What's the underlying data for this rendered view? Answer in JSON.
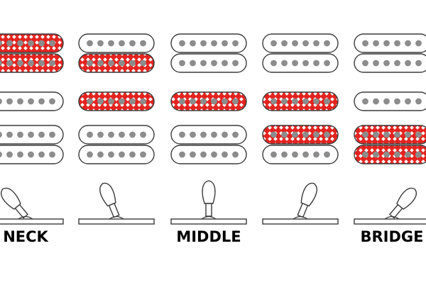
{
  "colors": {
    "active_fill": "#e3231f",
    "active_pattern": "#ffffff",
    "idle_fill": "#ffffff",
    "outline": "#3a3a3a",
    "pole": "#8c8c8c"
  },
  "labels": {
    "neck": "NECK",
    "middle": "MIDDLE",
    "bridge": "BRIDGE"
  },
  "positions": [
    {
      "switch": "neck",
      "label_key": "neck",
      "neck_pickup": {
        "upper": "active",
        "lower": "active"
      },
      "middle_pickup": "idle",
      "bridge_pickup": {
        "upper": "idle",
        "lower": "idle"
      }
    },
    {
      "switch": "neck-middle",
      "label_key": null,
      "neck_pickup": {
        "upper": "idle",
        "lower": "active"
      },
      "middle_pickup": "active",
      "bridge_pickup": {
        "upper": "idle",
        "lower": "idle"
      }
    },
    {
      "switch": "middle",
      "label_key": "middle",
      "neck_pickup": {
        "upper": "idle",
        "lower": "idle"
      },
      "middle_pickup": "active",
      "bridge_pickup": {
        "upper": "idle",
        "lower": "idle"
      }
    },
    {
      "switch": "middle-bridge",
      "label_key": null,
      "neck_pickup": {
        "upper": "idle",
        "lower": "idle"
      },
      "middle_pickup": "active",
      "bridge_pickup": {
        "upper": "active",
        "lower": "idle"
      }
    },
    {
      "switch": "bridge",
      "label_key": "bridge",
      "neck_pickup": {
        "upper": "idle",
        "lower": "idle"
      },
      "middle_pickup": "idle",
      "bridge_pickup": {
        "upper": "active",
        "lower": "active"
      }
    }
  ]
}
